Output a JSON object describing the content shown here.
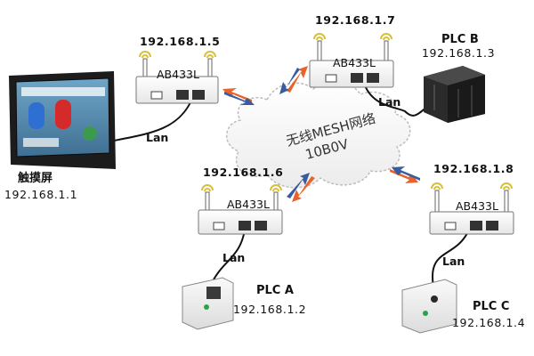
{
  "cloud": {
    "line1": "无线MESH网络",
    "line2": "10B0V"
  },
  "routers": [
    {
      "ip": "192.168.1.5",
      "model": "AB433L"
    },
    {
      "ip": "192.168.1.7",
      "model": "AB433L"
    },
    {
      "ip": "192.168.1.6",
      "model": "AB433L"
    },
    {
      "ip": "192.168.1.8",
      "model": "AB433L"
    }
  ],
  "devices": {
    "touchscreen": {
      "name": "触摸屏",
      "ip": "192.168.1.1"
    },
    "plc_a": {
      "name": "PLC A",
      "ip": "192.168.1.2"
    },
    "plc_b": {
      "name": "PLC B",
      "ip": "192.168.1.3"
    },
    "plc_c": {
      "name": "PLC C",
      "ip": "192.168.1.4"
    }
  },
  "lan_label": "Lan",
  "colors": {
    "arrow_orange": "#e8632a",
    "arrow_blue": "#3a5c9e",
    "antenna_yellow": "#d7c13a"
  }
}
